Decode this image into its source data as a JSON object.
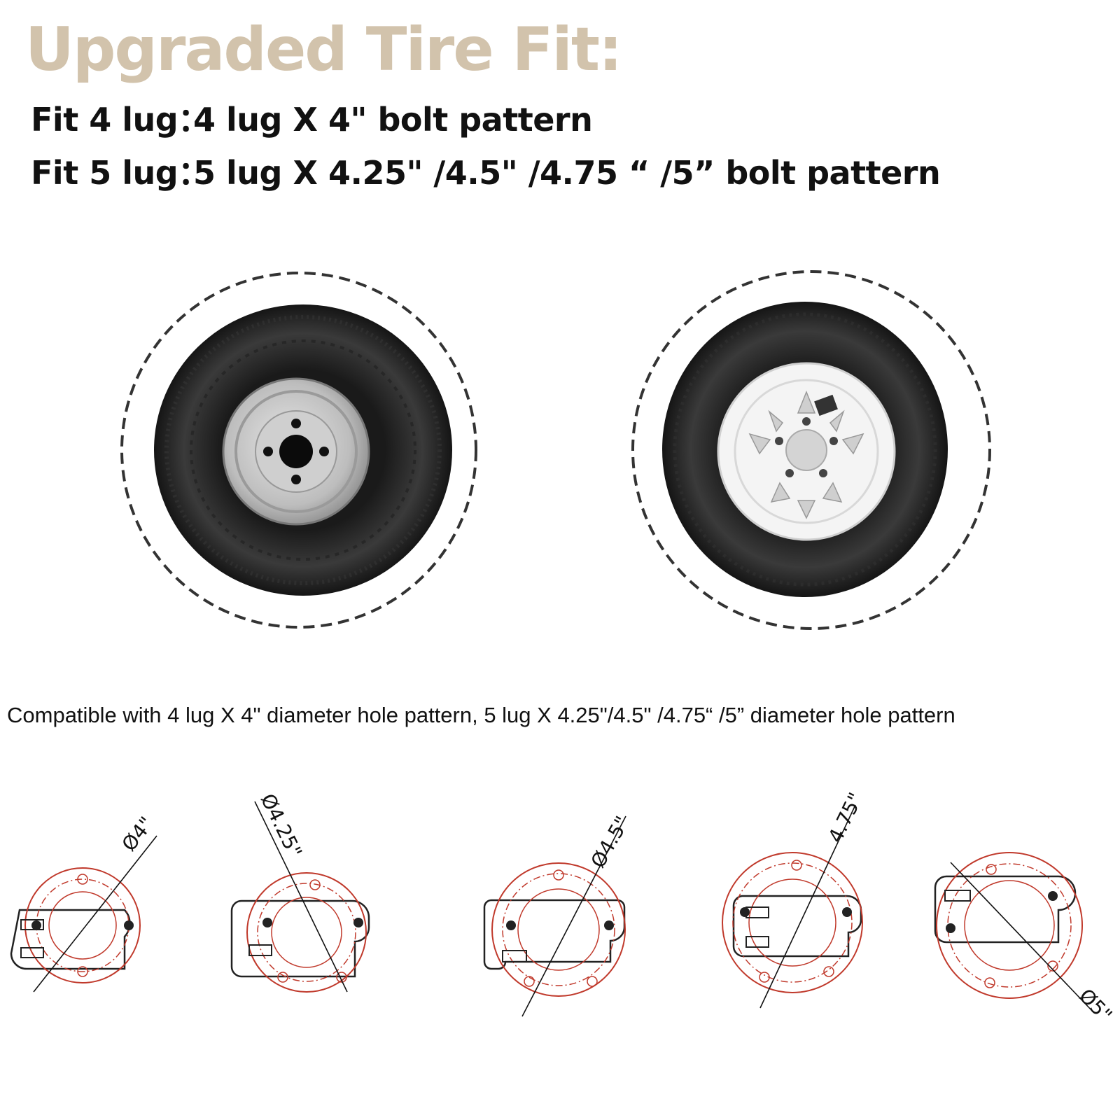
{
  "title": "Upgraded Tire Fit:",
  "fit_lines": [
    {
      "label": "Fit 4 lug：",
      "value": "4 lug X 4\" bolt pattern"
    },
    {
      "label": "Fit 5 lug：",
      "value": "5 lug X 4.25\" /4.5\" /4.75 “ /5” bolt pattern"
    }
  ],
  "wheels": [
    {
      "name": "4-lug galvanized trailer wheel",
      "lugs": 4,
      "rim_color": "#c8c8c8"
    },
    {
      "name": "5-lug white spoke trailer wheel",
      "lugs": 5,
      "rim_color": "#f4f4f4"
    }
  ],
  "compatibility_note": "Compatible with 4 lug X 4\" diameter hole pattern, 5 lug X 4.25\"/4.5\" /4.75“ /5” diameter hole pattern",
  "diagrams": [
    {
      "label": "Ø4\"",
      "lugs": 4
    },
    {
      "label": "Ø4.25\"",
      "lugs": 5
    },
    {
      "label": "Ø4.5\"",
      "lugs": 5
    },
    {
      "label": "4.75\"",
      "lugs": 5
    },
    {
      "label": "Ø5\"",
      "lugs": 5
    }
  ],
  "colors": {
    "title": "#d2c3ac",
    "text": "#111111",
    "pattern_circle": "#c0392b",
    "dashed_border": "#333333"
  }
}
